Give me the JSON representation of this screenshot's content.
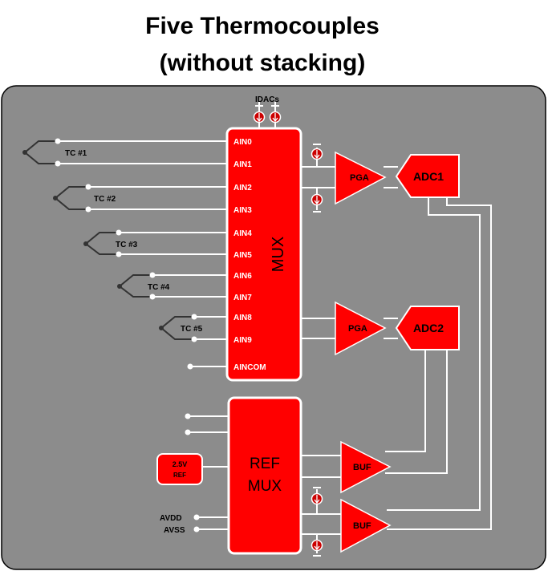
{
  "title": {
    "line1": "Five Thermocouples",
    "line2": "(without stacking)"
  },
  "idacs_label": "IDACs",
  "mux": {
    "label": "MUX",
    "pins": [
      "AIN0",
      "AIN1",
      "AIN2",
      "AIN3",
      "AIN4",
      "AIN5",
      "AIN6",
      "AIN7",
      "AIN8",
      "AIN9",
      "AINCOM"
    ]
  },
  "thermocouples": [
    "TC #1",
    "TC #2",
    "TC #3",
    "TC #4",
    "TC #5"
  ],
  "pga1_label": "PGA",
  "pga2_label": "PGA",
  "adc1_label": "ADC1",
  "adc2_label": "ADC2",
  "ref_mux": {
    "line1": "REF",
    "line2": "MUX"
  },
  "ref_source": {
    "line1": "2.5V",
    "line2": "REF"
  },
  "buf1_label": "BUF",
  "buf2_label": "BUF",
  "supply_labels": {
    "avdd": "AVDD",
    "avss": "AVSS"
  },
  "colors": {
    "background": "#8c8c8c",
    "block": "#ff0000",
    "wire": "#ffffff",
    "current_source": "#cc0000"
  }
}
